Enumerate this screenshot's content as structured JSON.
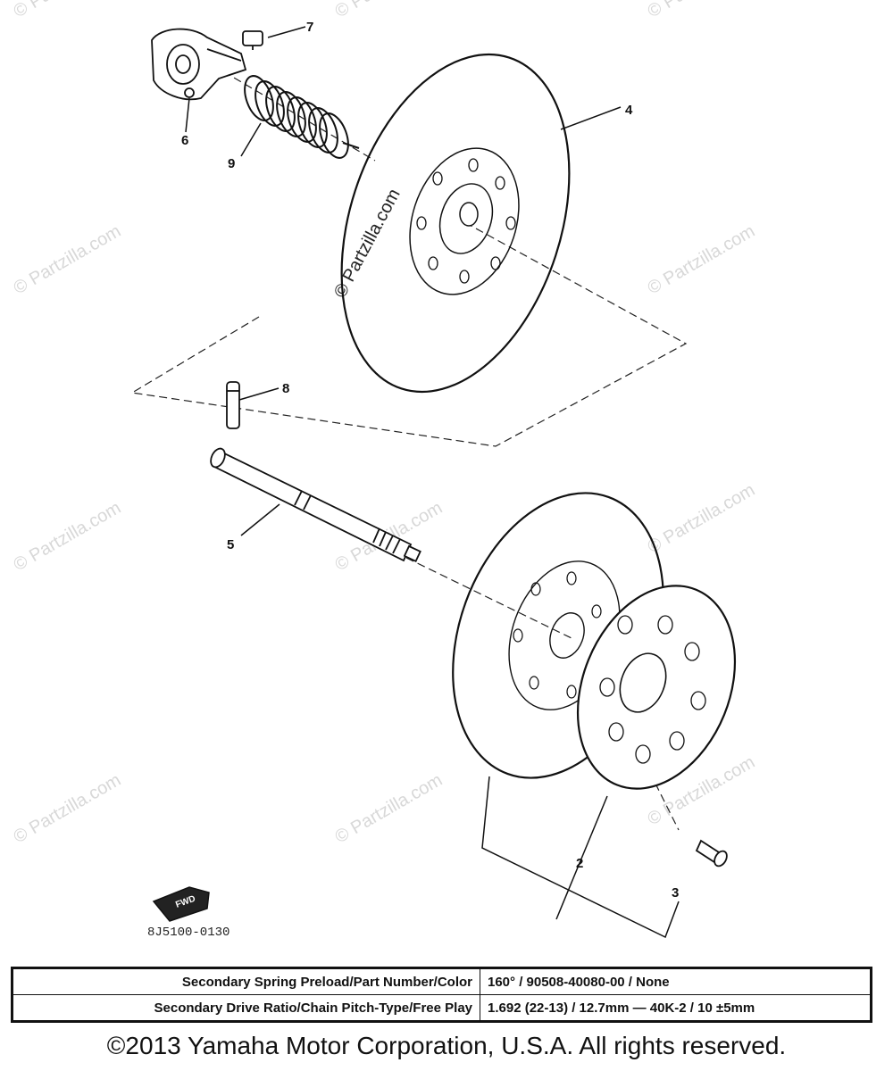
{
  "diagram": {
    "callouts": [
      "2",
      "3",
      "4",
      "5",
      "6",
      "7",
      "8",
      "9"
    ],
    "figure_code": "8J5100-0130",
    "fwd_label": "FWD",
    "watermark": "© Partzilla.com"
  },
  "spec_table": {
    "rows": [
      {
        "label": "Secondary Spring Preload/Part Number/Color",
        "value": "160° / 90508-40080-00 / None"
      },
      {
        "label": "Secondary Drive Ratio/Chain Pitch-Type/Free Play",
        "value": "1.692 (22-13) / 12.7mm — 40K-2 / 10 ±5mm"
      }
    ]
  },
  "footer": {
    "copyright": "©2013 Yamaha Motor Corporation, U.S.A. All rights reserved."
  }
}
